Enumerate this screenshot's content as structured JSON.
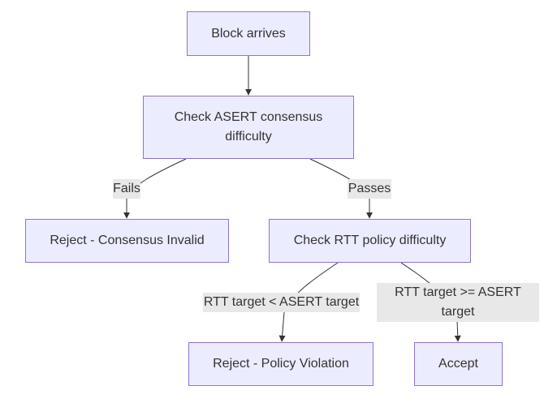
{
  "nodes": {
    "block_arrives": "Block arrives",
    "check_asert": "Check ASERT consensus difficulty",
    "reject_consensus": "Reject - Consensus Invalid",
    "check_rtt": "Check RTT policy difficulty",
    "reject_policy": "Reject - Policy Violation",
    "accept": "Accept"
  },
  "edges": {
    "fails": "Fails",
    "passes": "Passes",
    "rtt_less": "RTT target < ASERT target",
    "rtt_gte": "RTT target >= ASERT target"
  },
  "colors": {
    "node_fill": "#ececff",
    "node_border": "#9370db",
    "edge_stroke": "#333333",
    "label_bg": "#e8e8e8"
  }
}
